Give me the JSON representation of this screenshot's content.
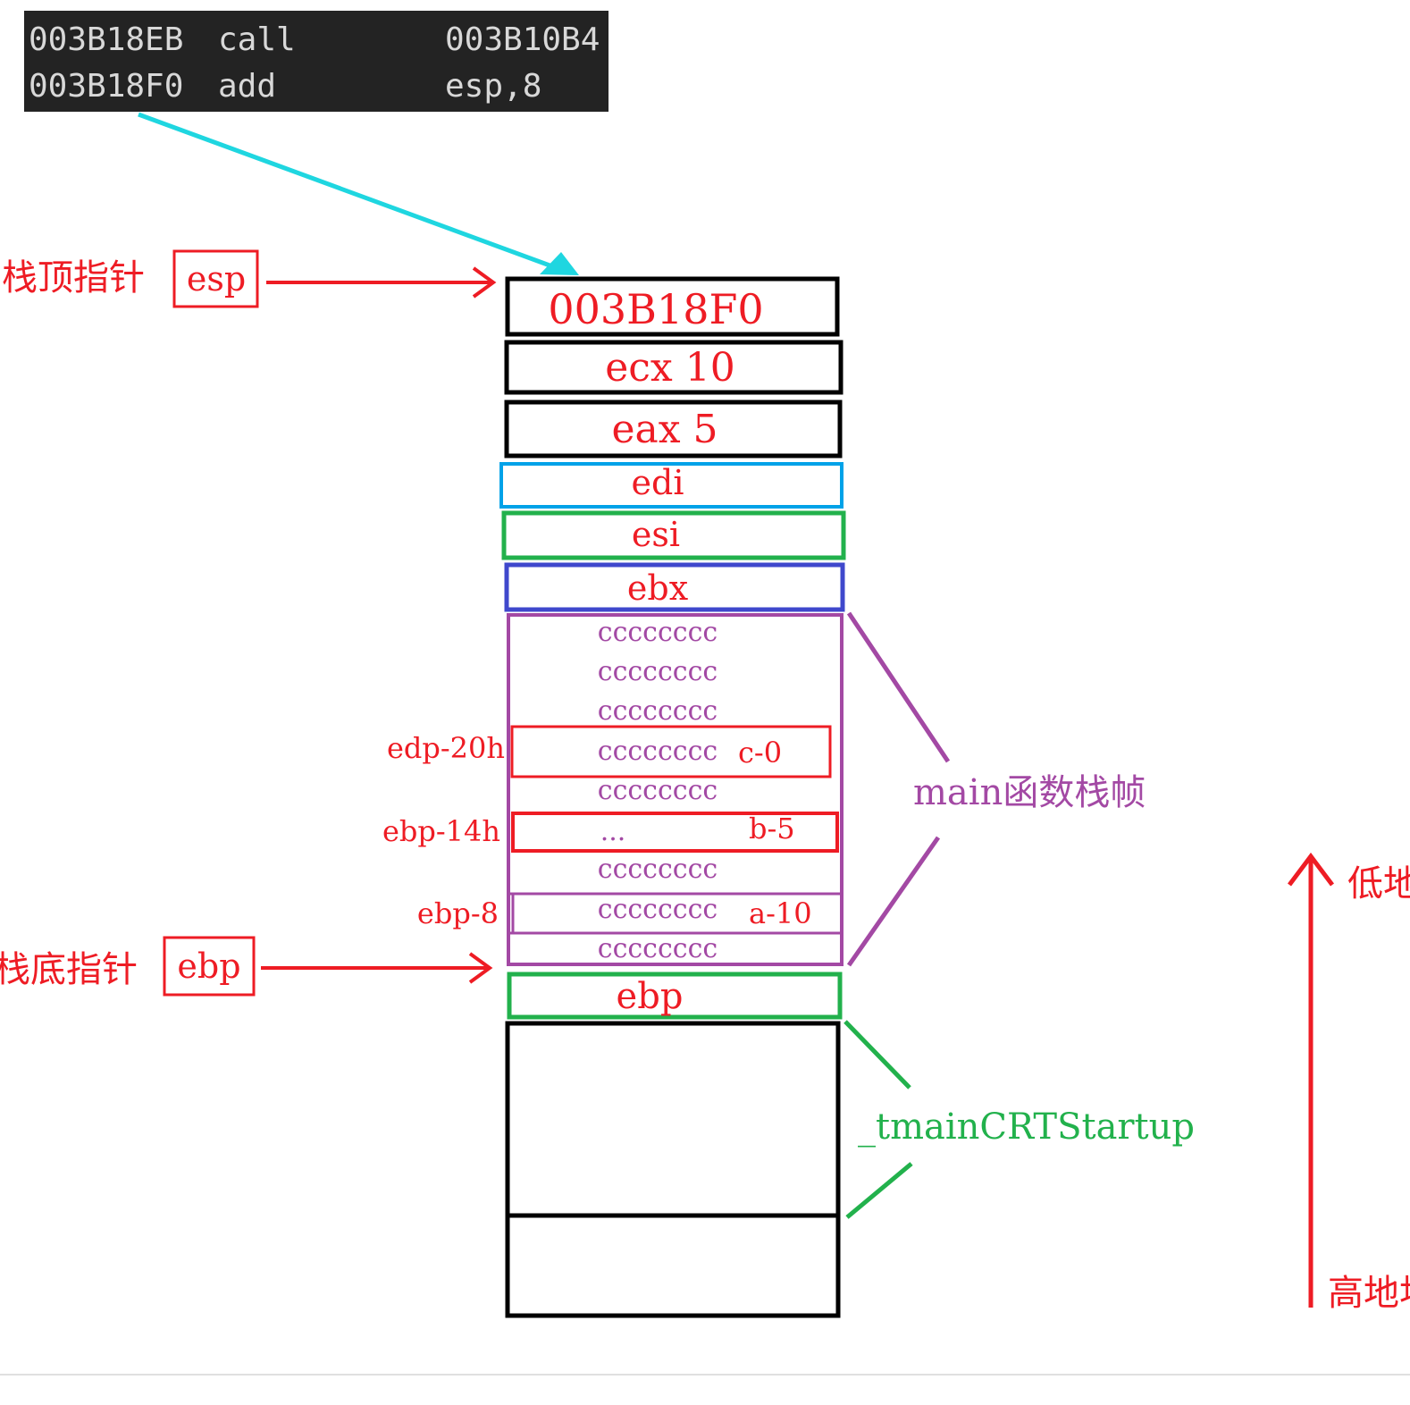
{
  "asm": {
    "rows": [
      {
        "addr": "003B18EB",
        "op": "call",
        "arg": "003B10B4"
      },
      {
        "addr": "003B18F0",
        "op": "add",
        "arg": "esp,8"
      }
    ]
  },
  "pointers": {
    "esp_label": "栈顶指针",
    "esp_reg": "esp",
    "ebp_label": "栈底指针",
    "ebp_reg": "ebp"
  },
  "stack_top": {
    "return_addr": "003B18F0",
    "ecx": "ecx 10",
    "eax": "eax 5",
    "edi": "edi",
    "esi": "esi",
    "ebx": "ebx"
  },
  "main_frame": {
    "fill": "cccccccc",
    "ellipsis": "...",
    "var_c": "c-0",
    "var_b": "b-5",
    "var_a": "a-10",
    "off_c": "edp-20h",
    "off_b": "ebp-14h",
    "off_a": "ebp-8",
    "label": "main函数栈帧"
  },
  "caller": {
    "saved_ebp": "ebp",
    "label": "_tmainCRTStartup"
  },
  "direction": {
    "low": "低地址",
    "high": "高地址"
  },
  "colors": {
    "red": "#ee1c24",
    "cyan": "#1fd6e0",
    "blue": "#00a2e8",
    "green": "#22b14c",
    "indigo": "#3f48cc",
    "purple": "#a349a4",
    "dark_bg": "#232323"
  }
}
